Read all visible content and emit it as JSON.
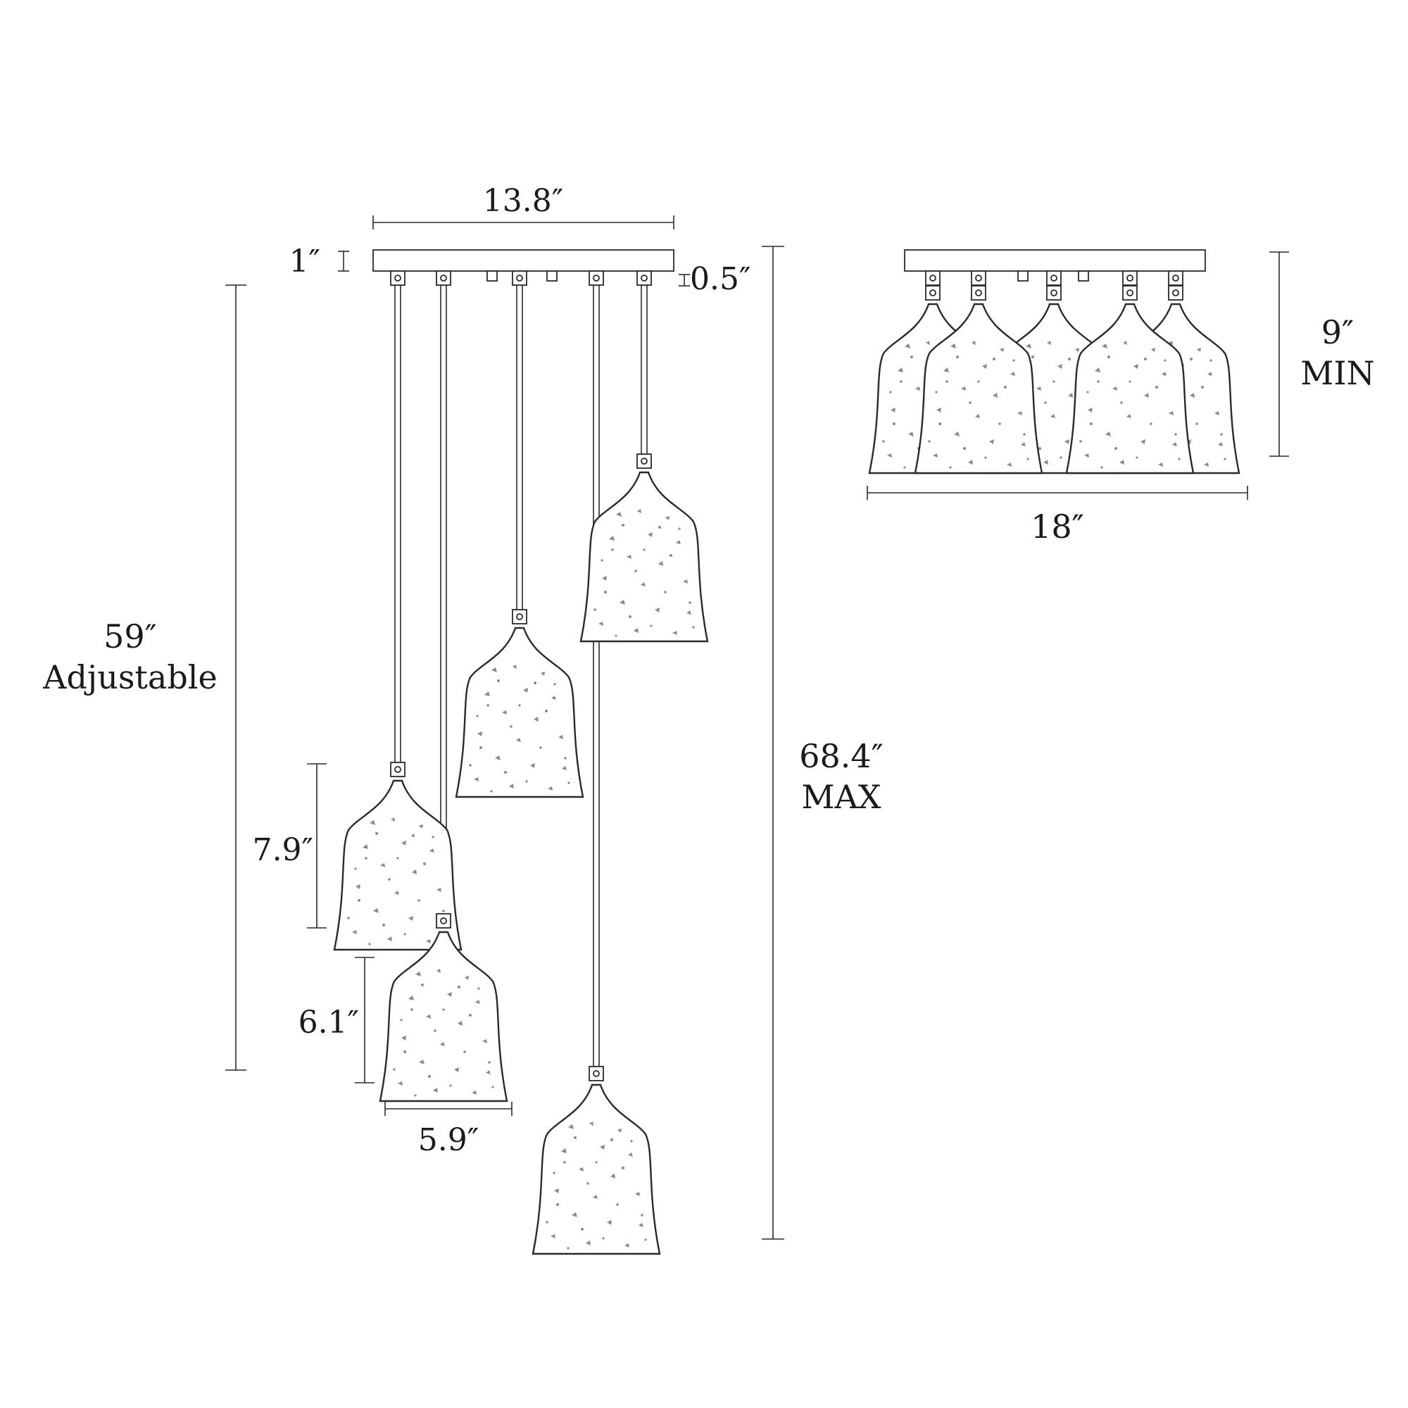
{
  "dimensions": {
    "canopy_length": "13.8″",
    "canopy_height": "1″",
    "canopy_gap": "0.5″",
    "cord_length": "59″",
    "cord_note": "Adjustable",
    "max_height": "68.4″",
    "max_note": "MAX",
    "shade_height": "7.9″",
    "shade_height_inner": "6.1″",
    "shade_width": "5.9″",
    "min_height": "9″",
    "min_note": "MIN",
    "min_width": "18″"
  },
  "colors": {
    "line": "#2a2a2a",
    "speckle": "#8a8a8a",
    "background": "#ffffff"
  }
}
